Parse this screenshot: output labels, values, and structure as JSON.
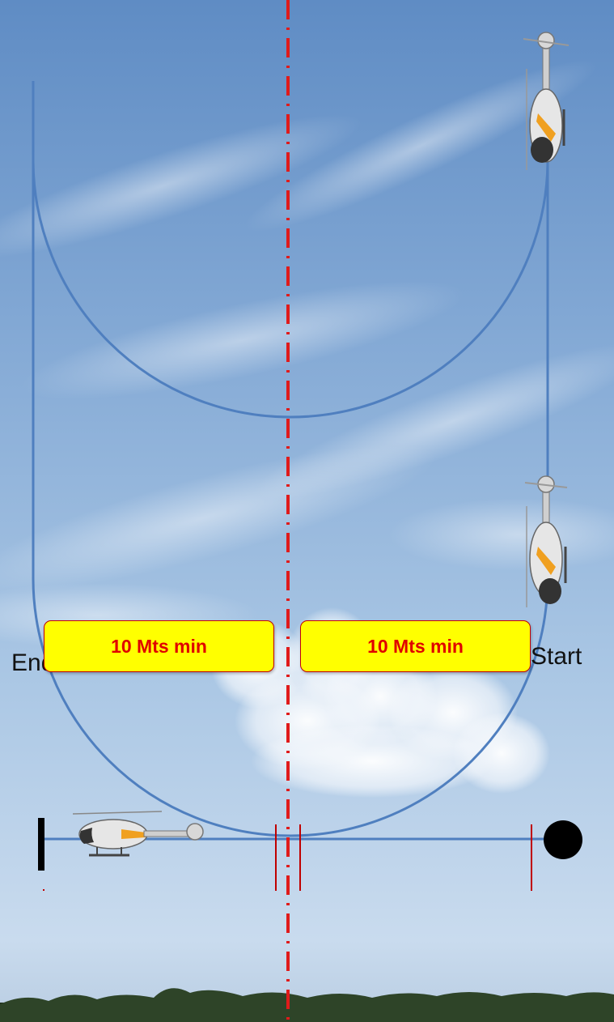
{
  "labels": {
    "end": "End",
    "start": "Start"
  },
  "distance_boxes": [
    {
      "text": "10 Mts min"
    },
    {
      "text": "10 Mts min"
    }
  ],
  "colors": {
    "path": "#4f7fbf",
    "centerline": "#e01b1b",
    "box_fill": "#ffff00",
    "box_text": "#e00000",
    "bracket": "#c00000",
    "end_marker": "#000000",
    "start_marker": "#000000"
  },
  "icons": [
    "helicopter-icon",
    "start-point-icon",
    "end-marker-icon"
  ]
}
